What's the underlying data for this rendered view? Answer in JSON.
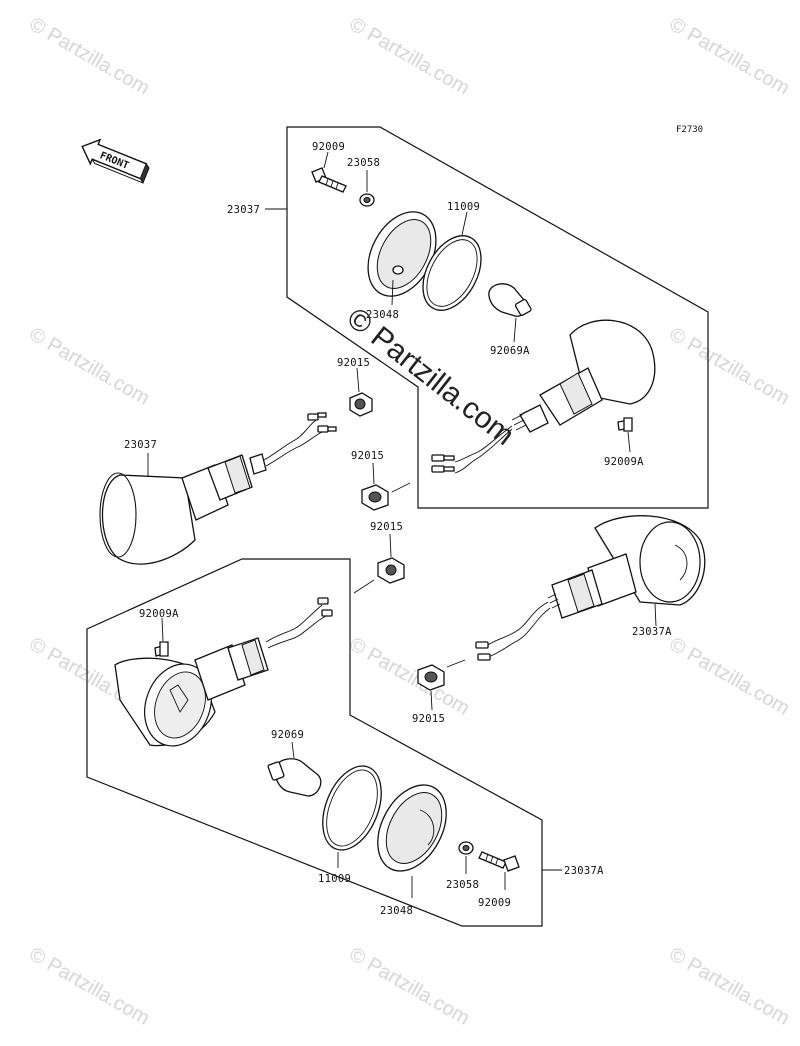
{
  "watermark": {
    "text": "© Partzilla.com",
    "color": "#d6d6d6"
  },
  "center_watermark": {
    "text": "© Partzilla.com"
  },
  "figure_code": "F2730",
  "front_indicator": "FRONT",
  "labels": {
    "bolt_top": "92009",
    "washer_top": "23058",
    "gasket_top": "11009",
    "assembly_top": "23037",
    "lens_top": "23048",
    "bulb_top": "92069A",
    "nut_1": "92015",
    "assembly_left": "23037",
    "nut_2": "92015",
    "screw_right": "92009A",
    "nut_3": "92015",
    "assembly_right": "23037A",
    "screw_left": "92009A",
    "nut_4": "92015",
    "bulb_bottom": "92069",
    "gasket_bottom": "11009",
    "lens_bottom": "23048",
    "washer_bottom": "23058",
    "bolt_bottom": "92009",
    "assembly_bottom": "23037A"
  }
}
